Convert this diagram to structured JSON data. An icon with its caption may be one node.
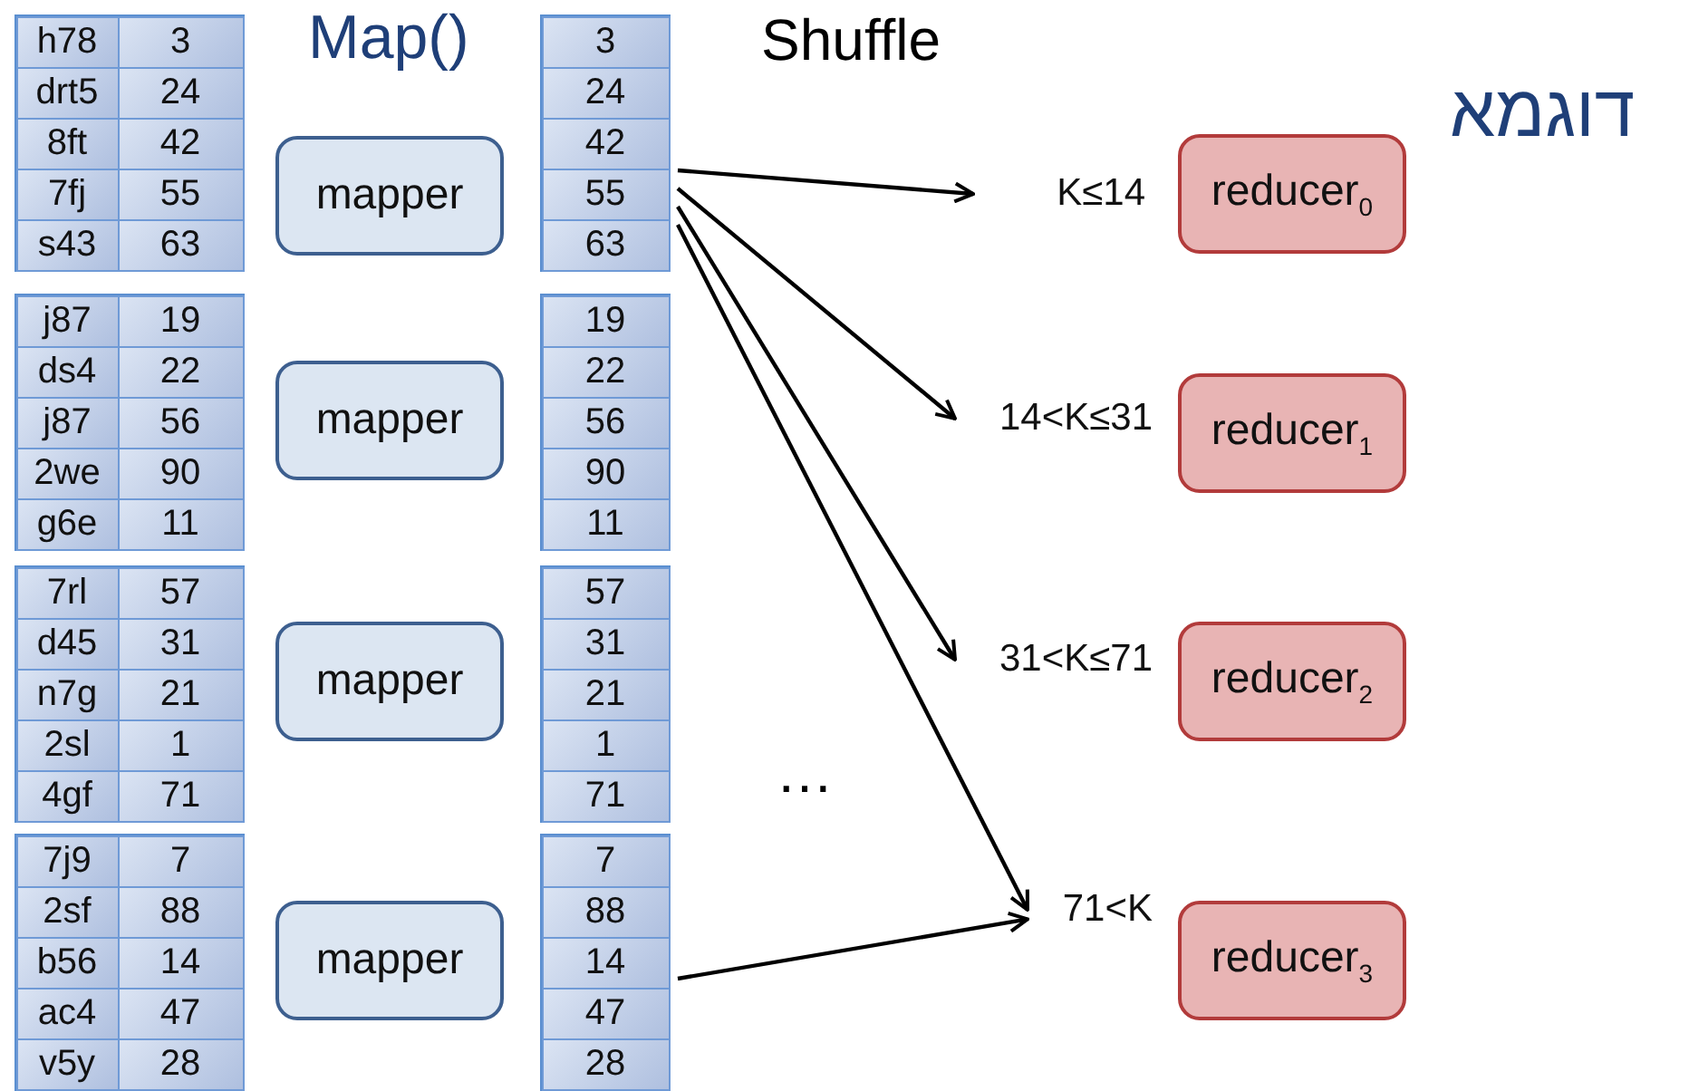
{
  "diagram": {
    "title": "דוגמא",
    "nodes": [
      {
        "text": [
          "h78",
          "3",
          "drt5",
          "24",
          "8ft",
          "42",
          "7fj",
          "55",
          "s43",
          "63"
        ]
      },
      {
        "text": [
          "j87",
          "19",
          "ds4",
          "22",
          "j87",
          "56",
          "2we",
          "90",
          "g6e",
          "11"
        ]
      },
      {
        "text": [
          "7rl",
          "57",
          "d45",
          "31",
          "n7g",
          "21",
          "2sl",
          "1",
          "4gf",
          "71"
        ]
      },
      {
        "text": [
          "7j9",
          "7",
          "2sf",
          "88",
          "b56",
          "14",
          "ac4",
          "47",
          "v5y",
          "28"
        ]
      },
      {
        "text": [
          "mapper"
        ]
      },
      {
        "text": [
          "mapper"
        ]
      },
      {
        "text": [
          "mapper"
        ]
      },
      {
        "text": [
          "mapper"
        ]
      },
      {
        "text": [
          "3",
          "24",
          "42",
          "55",
          "63"
        ]
      },
      {
        "text": [
          "19",
          "22",
          "56",
          "90",
          "11"
        ]
      },
      {
        "text": [
          "57",
          "31",
          "21",
          "1",
          "71"
        ]
      },
      {
        "text": [
          "7",
          "88",
          "14",
          "47",
          "28"
        ]
      },
      {
        "text": [
          "K≤14"
        ]
      },
      {
        "text": [
          "14<K≤31"
        ]
      },
      {
        "text": [
          "31<K≤71"
        ]
      },
      {
        "text": [
          "71<K"
        ]
      },
      {
        "text": [
          "reducer$_{0}$"
        ]
      },
      {
        "text": [
          "reducer$_{1}$"
        ]
      },
      {
        "text": [
          "reducer$_{2}$"
        ]
      },
      {
        "text": [
          "reducer$_{3}$"
        ]
      }
    ],
    "edges": [
      {
        "from": 8,
        "to": 12,
        "arrow": "to"
      },
      {
        "from": 8,
        "to": 13,
        "arrow": "to"
      },
      {
        "from": 8,
        "to": 14,
        "arrow": "to"
      },
      {
        "from": 8,
        "to": 15,
        "arrow": "to"
      },
      {
        "from": 11,
        "to": 15,
        "arrow": "to"
      }
    ],
    "labels": [
      "Map()",
      "Shuffle",
      "…"
    ]
  }
}
